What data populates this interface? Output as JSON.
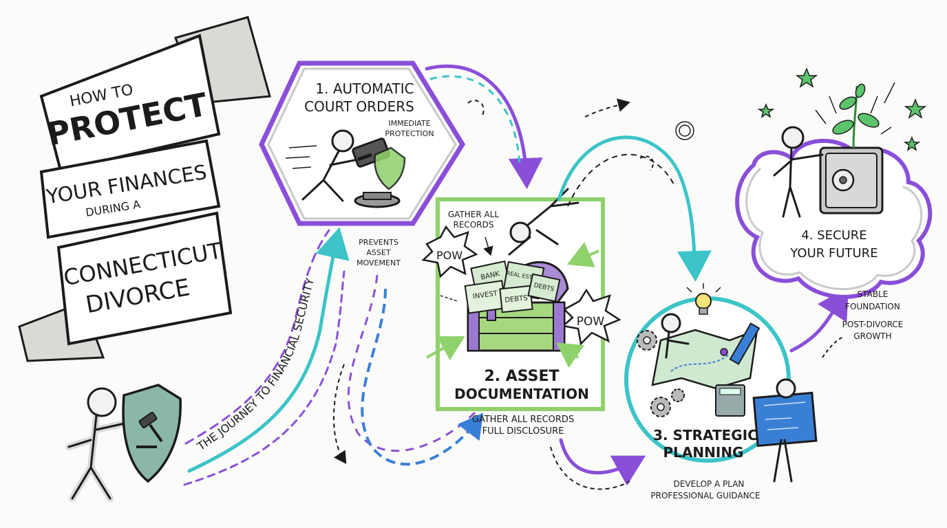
{
  "title": {
    "line1": "HOW TO",
    "line2": "PROTECT",
    "line3": "YOUR FINANCES",
    "line4": "DURING A",
    "line5": "CONNECTICUT",
    "line6": "DIVORCE"
  },
  "journey_label": "THE JOURNEY TO FINANCIAL SECURITY",
  "steps": [
    {
      "title_line1": "1. AUTOMATIC",
      "title_line2": "COURT ORDERS",
      "note1_line1": "IMMEDIATE",
      "note1_line2": "PROTECTION",
      "note2_line1": "PREVENTS",
      "note2_line2": "ASSET",
      "note2_line3": "MOVEMENT"
    },
    {
      "title_line1": "2. ASSET",
      "title_line2": "DOCUMENTATION",
      "top_note_line1": "GATHER ALL",
      "top_note_line2": "RECORDS",
      "caption_line1": "GATHER ALL RECORDS",
      "caption_line2": "FULL DISCLOSURE",
      "pow1": "POW",
      "pow2": "POW",
      "docs": [
        "BANK",
        "INVEST",
        "REAL ESTATE",
        "DEBTS",
        "DEBTS"
      ]
    },
    {
      "title_line1": "3. STRATEGIC",
      "title_line2": "PLANNING",
      "caption_line1": "DEVELOP A PLAN",
      "caption_line2": "PROFESSIONAL GUIDANCE"
    },
    {
      "title_line1": "4. SECURE",
      "title_line2": "YOUR FUTURE",
      "note_line1": "STABLE",
      "note_line2": "FOUNDATION",
      "note_line3": "POST-DIVORCE",
      "note_line4": "GROWTH"
    }
  ],
  "colors": {
    "purple": "#8a4fd8",
    "teal": "#3cc4c8",
    "green": "#8fd16a",
    "blue": "#3a7fd6",
    "ink": "#1b1b1b",
    "shield": "#8ab7a6"
  },
  "icons": [
    "gavel-icon",
    "shield-icon",
    "treasure-chest-icon",
    "lightbulb-icon",
    "gear-icon",
    "calculator-icon",
    "map-icon",
    "pencil-icon",
    "blueprint-icon",
    "safe-icon",
    "plant-icon",
    "star-icon"
  ]
}
